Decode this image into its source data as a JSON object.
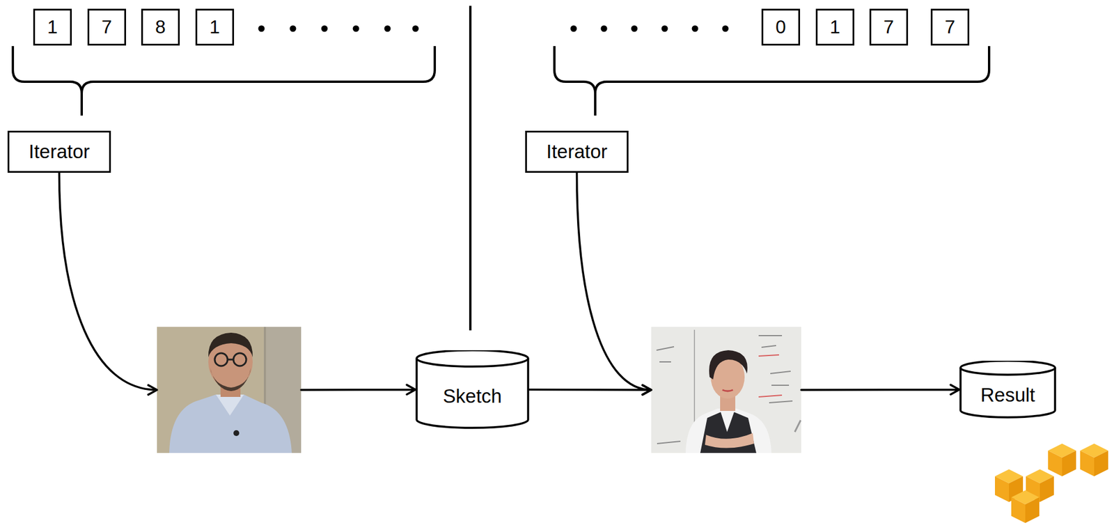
{
  "diagram": {
    "nodes": [
      {
        "text": [
          "1"
        ]
      },
      {
        "text": [
          "7"
        ]
      },
      {
        "text": [
          "8"
        ]
      },
      {
        "text": [
          "1"
        ]
      },
      {
        "text": [
          "0"
        ]
      },
      {
        "text": [
          "1"
        ]
      },
      {
        "text": [
          "7"
        ]
      },
      {
        "text": [
          "7"
        ]
      },
      {
        "text": [
          "Iterator"
        ]
      },
      {
        "text": [
          "Iterator"
        ]
      },
      {
        "text": []
      },
      {
        "text": [
          "Sketch"
        ]
      },
      {
        "text": []
      },
      {
        "text": [
          "Result"
        ]
      }
    ],
    "edges": [
      {
        "from": 8,
        "to": 10,
        "arrow": "to"
      },
      {
        "from": 10,
        "to": 11,
        "arrow": "to"
      },
      {
        "from": 11,
        "to": 12,
        "arrow": "to"
      },
      {
        "from": 9,
        "to": 12,
        "arrow": "to"
      },
      {
        "from": 12,
        "to": 13,
        "arrow": "to"
      }
    ]
  }
}
